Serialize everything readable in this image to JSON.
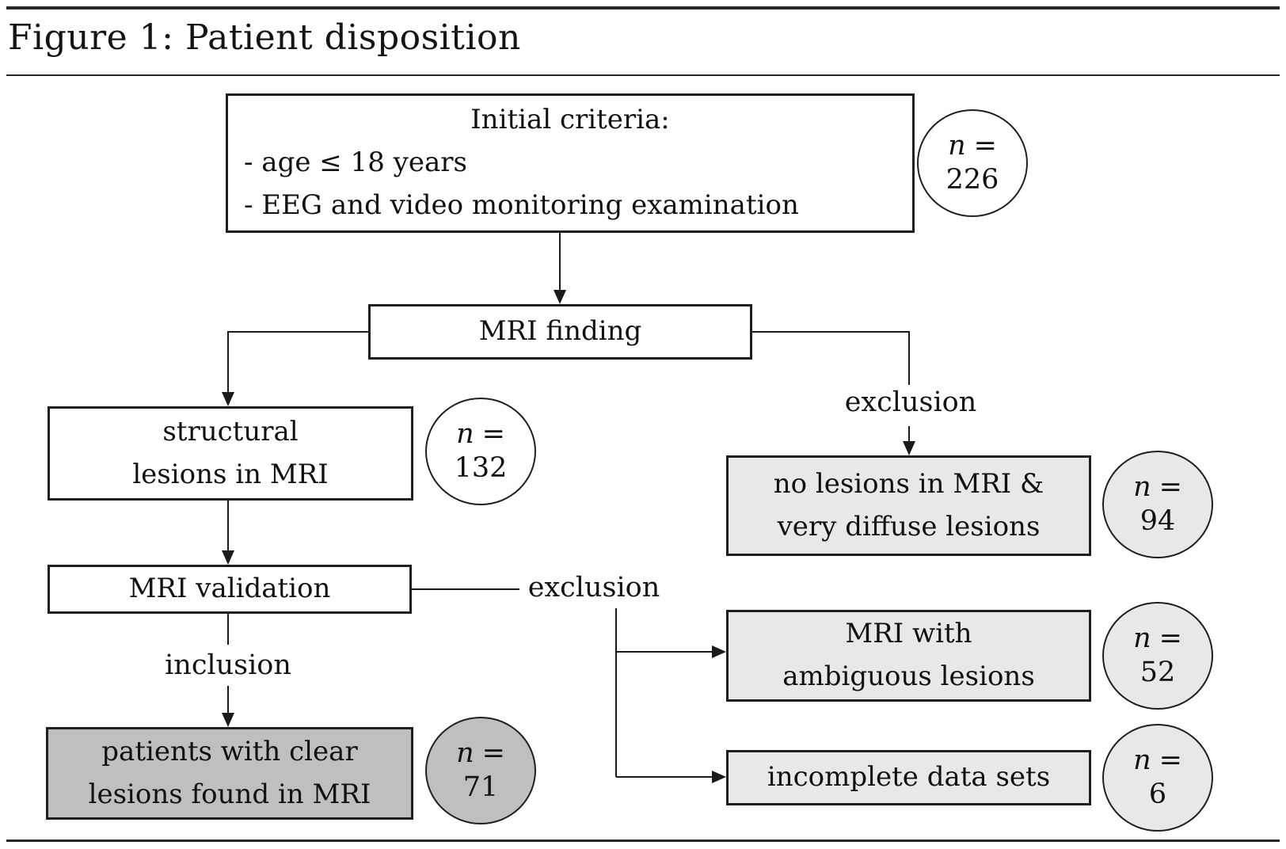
{
  "figure": {
    "title": "Figure 1: Patient disposition"
  },
  "flow": {
    "initial_criteria": {
      "heading": "Initial criteria:",
      "bullets": [
        "- age ≤ 18 years",
        "- EEG and video monitoring examination"
      ],
      "count": {
        "var": "n",
        "eq": "=",
        "value": "226"
      }
    },
    "mri_finding": {
      "label": "MRI finding"
    },
    "structural_lesions": {
      "line1": "structural",
      "line2": "lesions in MRI",
      "count": {
        "var": "n",
        "eq": "=",
        "value": "132"
      }
    },
    "no_lesions": {
      "line1": "no lesions in MRI &",
      "line2": "very diffuse lesions",
      "count": {
        "var": "n",
        "eq": "=",
        "value": "94"
      }
    },
    "mri_validation": {
      "label": "MRI validation"
    },
    "ambiguous_lesions": {
      "line1": "MRI with",
      "line2": "ambiguous lesions",
      "count": {
        "var": "n",
        "eq": "=",
        "value": "52"
      }
    },
    "incomplete_data": {
      "label": "incomplete data sets",
      "count": {
        "var": "n",
        "eq": "=",
        "value": "6"
      }
    },
    "patients_clear": {
      "line1": "patients with clear",
      "line2": "lesions found in MRI",
      "count": {
        "var": "n",
        "eq": "=",
        "value": "71"
      }
    },
    "edge_labels": {
      "exclusion_mri_finding": "exclusion",
      "exclusion_validation": "exclusion",
      "inclusion": "inclusion"
    }
  },
  "colors": {
    "line": "#1a1a1a",
    "box_fill_white": "#ffffff",
    "box_fill_light_gray": "#e8e8e8",
    "box_fill_dark_gray": "#bfbfbf",
    "background": "#ffffff"
  }
}
